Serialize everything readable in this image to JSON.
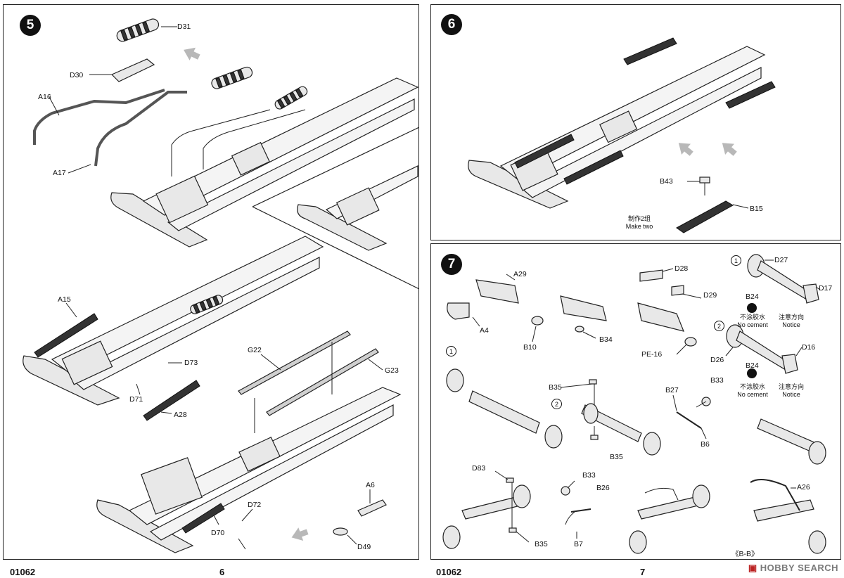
{
  "left_page": {
    "step": "5",
    "labels": {
      "D31": "D31",
      "D30": "D30",
      "A16": "A16",
      "A17": "A17",
      "A15": "A15",
      "D73": "D73",
      "D71": "D71",
      "A28": "A28",
      "G22": "G22",
      "G23": "G23",
      "A6": "A6",
      "D72": "D72",
      "D70": "D70",
      "D49": "D49"
    },
    "footer_code": "01062",
    "page_number": "6"
  },
  "right_page": {
    "step6": {
      "step": "6",
      "labels": {
        "B43": "B43",
        "B15": "B15"
      },
      "note_cn": "制作2组",
      "note_en": "Make two"
    },
    "step7": {
      "step": "7",
      "labels": {
        "A29": "A29",
        "A4": "A4",
        "B10": "B10",
        "B34": "B34",
        "D28": "D28",
        "D29": "D29",
        "PE16": "PE-16",
        "D27": "D27",
        "D17": "D17",
        "B24a": "B24",
        "D26": "D26",
        "D16": "D16",
        "B24b": "B24",
        "B35a": "B35",
        "B35b": "B35",
        "B27": "B27",
        "B33a": "B33",
        "B6": "B6",
        "D83": "D83",
        "B33b": "B33",
        "B26": "B26",
        "B7": "B7",
        "B35c": "B35",
        "A26": "A26",
        "BB": "《B-B》"
      },
      "circle_1": "1",
      "circle_2": "2",
      "no_cement_cn": "不涂胶水",
      "no_cement_en": "No cement",
      "notice_cn": "注意方向",
      "notice_en": "Notice"
    },
    "footer_code": "01062",
    "page_number": "7"
  },
  "watermark": "HOBBY SEARCH",
  "icons": [
    "step-badge-icon",
    "direction-arrow-icon",
    "no-cement-icon",
    "circle-number-icon"
  ]
}
